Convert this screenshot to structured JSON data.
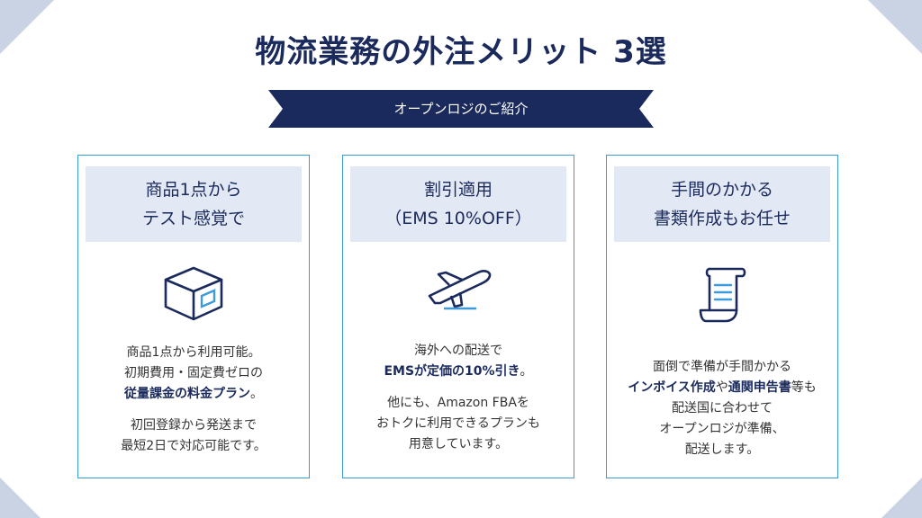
{
  "title": "物流業務の外注メリット 3選",
  "ribbon": "オープンロジのご紹介",
  "colors": {
    "navy": "#1b2a5c",
    "card_border": "#3d9bd8",
    "header_bg": "#e3e9f4",
    "corner": "#c9d3e3"
  },
  "cards": [
    {
      "icon": "box-icon",
      "heading": [
        "商品1点から",
        "テスト感覚で"
      ],
      "p1": {
        "line1": "商品1点から利用可能。",
        "line2": "初期費用・固定費ゼロの",
        "line3_hl": "従量課金の料金プラン",
        "line3_tail": "。"
      },
      "p2": [
        "初回登録から発送まで",
        "最短2日で対応可能です。"
      ]
    },
    {
      "icon": "airplane-icon",
      "heading": [
        "割引適用",
        "（EMS 10%OFF）"
      ],
      "p1": {
        "line1": "海外への配送で",
        "line2_hl": "EMSが定価の10%引き",
        "line2_tail": "。"
      },
      "p2": [
        "他にも、Amazon FBAを",
        "おトクに利用できるプランも",
        "用意しています。"
      ]
    },
    {
      "icon": "document-scroll-icon",
      "heading": [
        "手間のかかる",
        "書類作成もお任せ"
      ],
      "p1": {
        "line1": "面倒で準備が手間かかる",
        "line2_hl_a": "インボイス作成",
        "line2_mid": "や",
        "line2_hl_b": "通関申告書",
        "line2_tail": "等も",
        "line3": "配送国に合わせて",
        "line4": "オープンロジが準備、",
        "line5": "配送します。"
      }
    }
  ]
}
